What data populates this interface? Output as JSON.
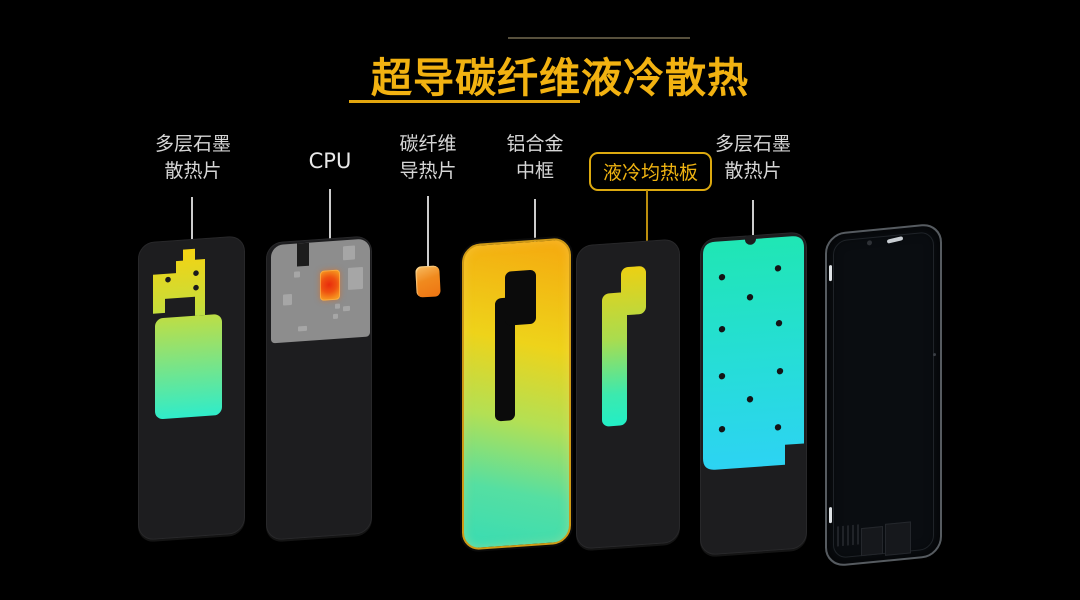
{
  "title": {
    "text": "超导碳纤维液冷散热"
  },
  "labels": [
    {
      "line1": "多层石墨",
      "line2": "散热片",
      "target": "left-graphite-sheet",
      "highlighted": false
    },
    {
      "text": "CPU",
      "target": "cpu-chip",
      "highlighted": false
    },
    {
      "line1": "碳纤维",
      "line2": "导热片",
      "target": "carbon-fiber-pad",
      "highlighted": false
    },
    {
      "line1": "铝合金",
      "line2": "中框",
      "target": "aluminum-frame",
      "highlighted": false
    },
    {
      "text": "液冷均热板",
      "target": "vapor-chamber",
      "highlighted": true
    },
    {
      "line1": "多层石墨",
      "line2": "散热片",
      "target": "right-graphite-sheet",
      "highlighted": false
    }
  ],
  "layers": [
    {
      "name": "multi-layer-graphite-sheet-back"
    },
    {
      "name": "motherboard-with-cpu"
    },
    {
      "name": "carbon-fiber-thermal-pad"
    },
    {
      "name": "aluminum-alloy-middle-frame"
    },
    {
      "name": "liquid-cooling-vapor-chamber-layer"
    },
    {
      "name": "multi-layer-graphite-sheet-front"
    },
    {
      "name": "phone-chassis"
    }
  ],
  "colors": {
    "background": "#000000",
    "title_gold": "#f2b211",
    "underline_gold": "#e2a60e",
    "topline_gray": "#57503c",
    "label_text": "#d6d6d6",
    "leader_line": "#cccccc",
    "leader_line_gold": "#bb8e0d",
    "highlight_box_border": "#dca90f",
    "panel_dark": "#1d1d1f",
    "heat_gradient_hot": "#f4d312",
    "heat_gradient_warm": "#8fe273",
    "heat_gradient_cool": "#2fecca",
    "cpu_core_red": "#e82c0c",
    "cpu_body_orange": "#f58f1e",
    "board_gray": "#8d8d8d",
    "front_sheet_top": "#20e6b4",
    "front_sheet_bottom": "#2dd3f3",
    "frame_rim_gold": "#cf9a16"
  }
}
